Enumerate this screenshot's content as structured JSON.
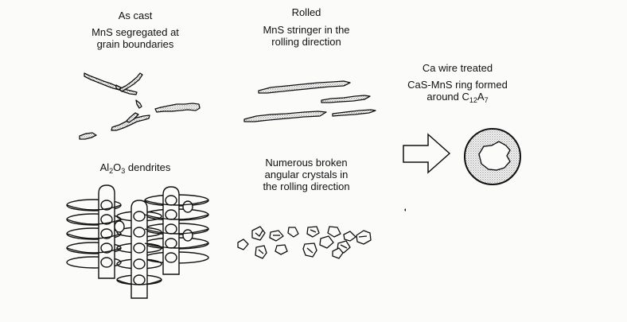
{
  "as_cast": {
    "title": "As cast",
    "line1": "MnS segregated at",
    "line2": "grain boundaries"
  },
  "rolled": {
    "title": "Rolled",
    "line1": "MnS stringer in the",
    "line2": "rolling direction"
  },
  "ca_treated": {
    "title": "Ca wire treated",
    "line1": "CaS-MnS ring formed",
    "line2_prefix": "around C",
    "line2_sub1": "12",
    "line2_mid": "A",
    "line2_sub2": "7"
  },
  "al2o3": {
    "prefix": "Al",
    "sub1": "2",
    "mid": "O",
    "sub2": "3",
    "suffix": " dendrites"
  },
  "broken": {
    "line1": "Numerous broken",
    "line2": "angular crystals in",
    "line3": "the rolling direction"
  },
  "colors": {
    "ink": "#111111",
    "stipple": "#8a8a8a",
    "background": "#fbfbfa"
  }
}
